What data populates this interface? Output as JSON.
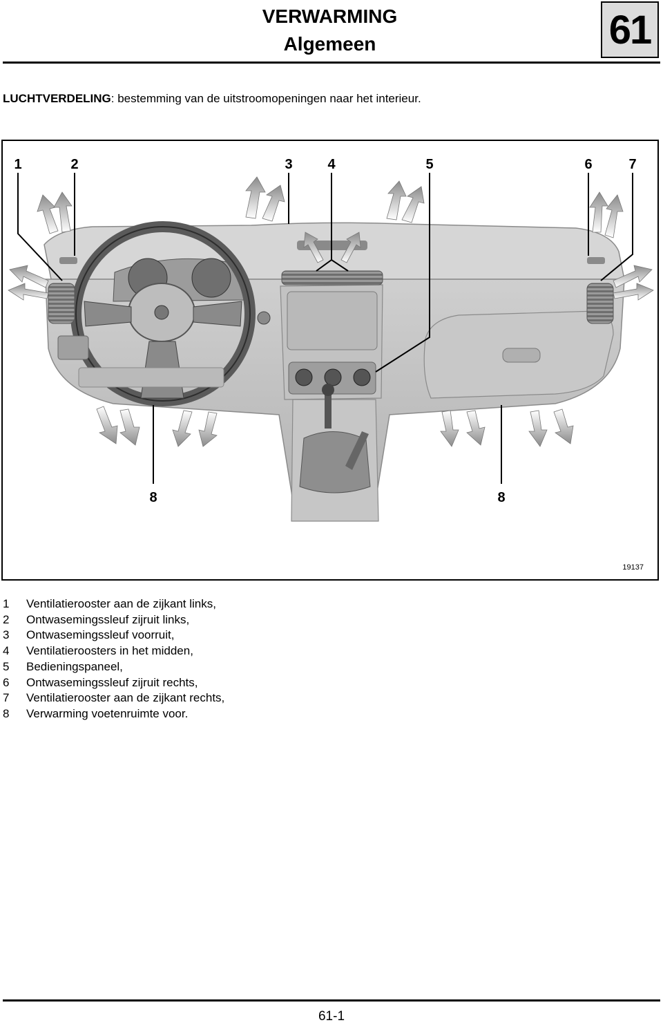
{
  "header": {
    "title": "VERWARMING",
    "subtitle": "Algemeen",
    "chapter": "61"
  },
  "intro": {
    "term": "LUCHTVERDELING",
    "text": ": bestemming van de uitstroomopeningen naar het interieur."
  },
  "figure": {
    "ref": "19137",
    "callouts": [
      "1",
      "2",
      "3",
      "4",
      "5",
      "6",
      "7",
      "8",
      "8"
    ]
  },
  "legend": [
    {
      "num": "1",
      "text": "Ventilatierooster aan de zijkant links,"
    },
    {
      "num": "2",
      "text": "Ontwasemingssleuf zijruit links,"
    },
    {
      "num": "3",
      "text": "Ontwasemingssleuf voorruit,"
    },
    {
      "num": "4",
      "text": "Ventilatieroosters in het midden,"
    },
    {
      "num": "5",
      "text": "Bedieningspaneel,"
    },
    {
      "num": "6",
      "text": "Ontwasemingssleuf zijruit rechts,"
    },
    {
      "num": "7",
      "text": "Ventilatierooster aan de zijkant rechts,"
    },
    {
      "num": "8",
      "text": "Verwarming voetenruimte voor."
    }
  ],
  "footer": {
    "page": "61-1"
  }
}
